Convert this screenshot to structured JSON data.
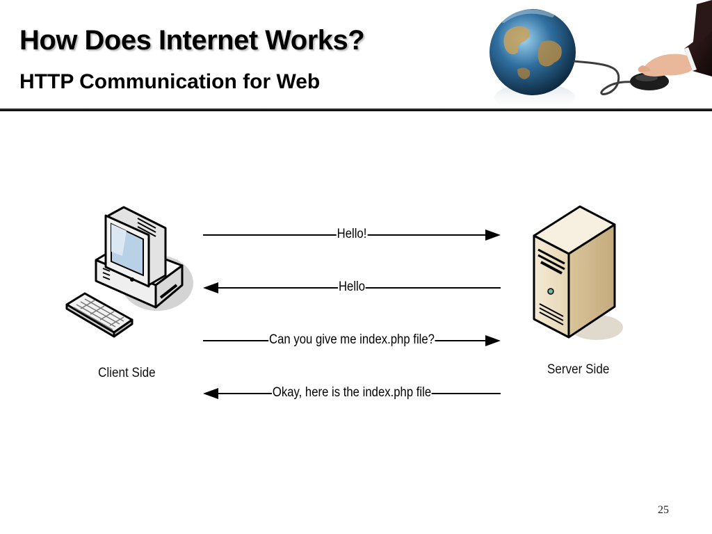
{
  "slide": {
    "title": "How Does Internet Works?",
    "subtitle": "HTTP Communication for Web",
    "page_number": "25",
    "header_image_icon": "globe-and-mouse-icon"
  },
  "diagram": {
    "client": {
      "label": "Client Side",
      "icon": "desktop-computer-icon"
    },
    "server": {
      "label": "Server Side",
      "icon": "tower-server-icon"
    },
    "messages": [
      {
        "text": "Hello!",
        "direction": "client-to-server"
      },
      {
        "text": "Hello",
        "direction": "server-to-client"
      },
      {
        "text": "Can you give me index.php file?",
        "direction": "client-to-server"
      },
      {
        "text": "Okay, here is the index.php file",
        "direction": "server-to-client"
      }
    ]
  }
}
